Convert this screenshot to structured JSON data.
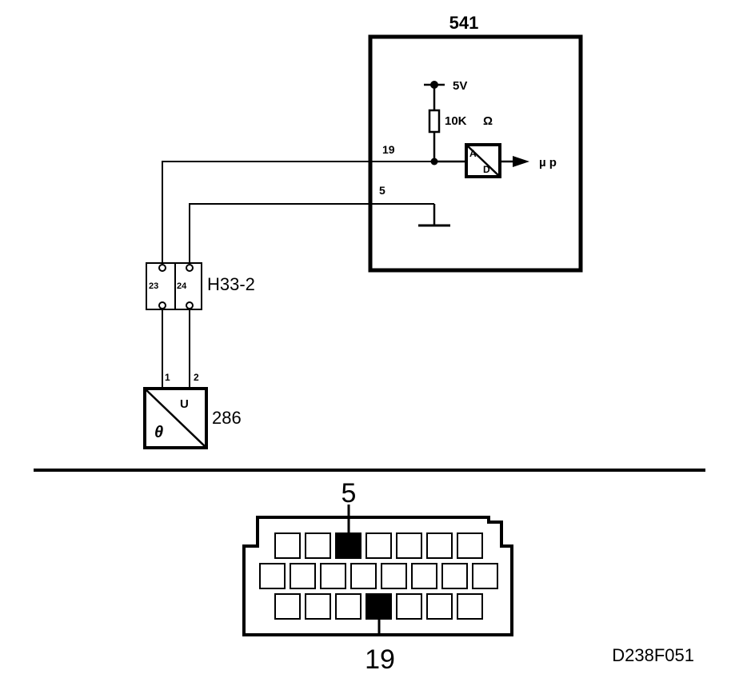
{
  "ecu": {
    "id": "541",
    "supply": "5V",
    "resistor_value": "10K",
    "resistor_unit": "Ω",
    "pin_signal": "19",
    "pin_ground": "5",
    "converter_in": "A",
    "converter_out": "D",
    "output": "µ p"
  },
  "connector": {
    "id": "H33-2",
    "pin_a": "23",
    "pin_b": "24"
  },
  "sensor": {
    "id": "286",
    "pin_1": "1",
    "pin_2": "2",
    "output_symbol": "U",
    "input_symbol": "θ"
  },
  "pinout": {
    "top_label": "5",
    "bottom_label": "19",
    "highlighted_pins": [
      "5",
      "19"
    ]
  },
  "figure_code": "D238F051",
  "colors": {
    "line": "#000000",
    "background": "#ffffff"
  }
}
